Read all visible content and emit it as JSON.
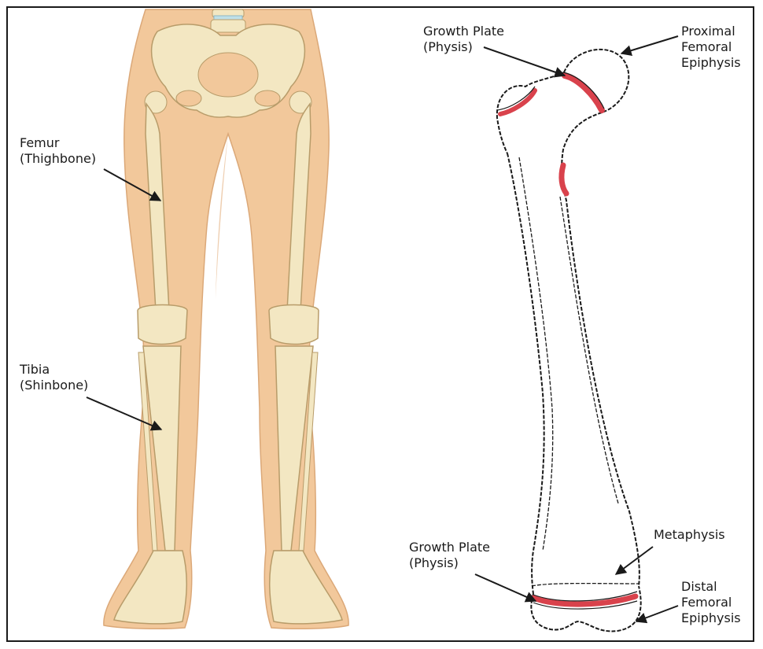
{
  "left_figure": {
    "femur_label": "Femur\n(Thighbone)",
    "tibia_label": "Tibia\n(Shinbone)"
  },
  "right_figure": {
    "growth_plate_top_label": "Growth Plate\n(Physis)",
    "proximal_label": "Proximal\nFemoral\nEpiphysis",
    "growth_plate_bottom_label": "Growth Plate\n(Physis)",
    "metaphysis_label": "Metaphysis",
    "distal_label": "Distal\nFemoral\nEpiphysis"
  },
  "colors": {
    "skin": "#f2c89b",
    "skin_shade": "#e3ad7b",
    "bone": "#f3e7c2",
    "bone_outline": "#b89c6a",
    "growth_plate": "#d9424c",
    "outline": "#1a1a1a"
  }
}
